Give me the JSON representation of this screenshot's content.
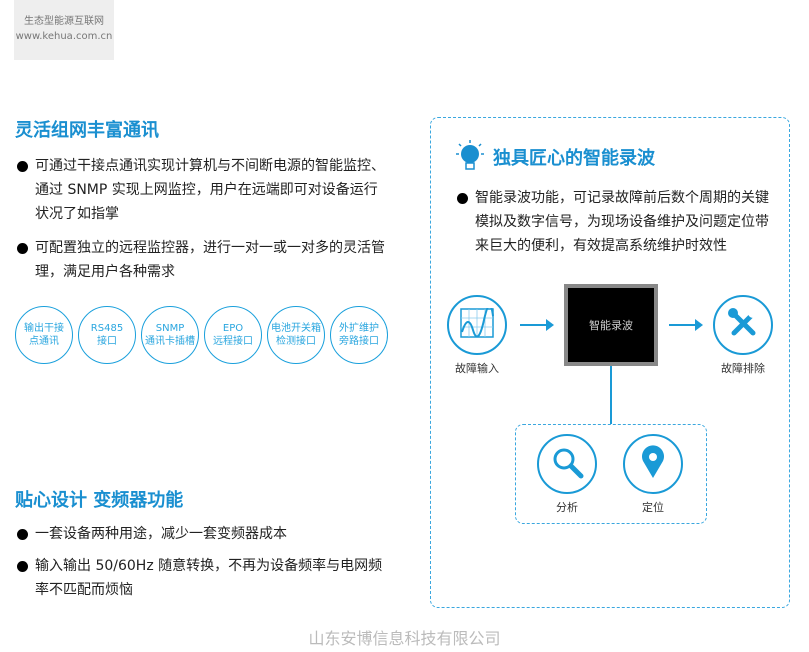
{
  "watermark": {
    "line1": "生态型能源互联网",
    "line2": "www.kehua.com.cn"
  },
  "section1": {
    "title": "灵活组网丰富通讯",
    "bullets": [
      "可通过干接点通讯实现计算机与不间断电源的智能监控、通过 SNMP 实现上网监控，用户在远端即可对设备运行状况了如指掌",
      "可配置独立的远程监控器，进行一对一或一对多的灵活管理，满足用户各种需求"
    ],
    "interfaces": [
      [
        "输出干接",
        "点通讯"
      ],
      [
        "RS485",
        "接口"
      ],
      [
        "SNMP",
        "通讯卡插槽"
      ],
      [
        "EPO",
        "远程接口"
      ],
      [
        "电池开关箱",
        "检测接口"
      ],
      [
        "外扩维护",
        "旁路接口"
      ]
    ]
  },
  "section2": {
    "title": "贴心设计 变频器功能",
    "bullets": [
      "一套设备两种用途，减少一套变频器成本",
      "输入输出 50/60Hz 随意转换，不再为设备频率与电网频率不匹配而烦恼"
    ]
  },
  "section3": {
    "title": "独具匠心的智能录波",
    "bullet": "智能录波功能，可记录故障前后数个周期的关键模拟及数字信号，为现场设备维护及问题定位带来巨大的便利，有效提高系统维护时效性",
    "diagram": {
      "center": "智能录波",
      "input": "故障输入",
      "output": "故障排除",
      "analyze": "分析",
      "locate": "定位"
    }
  },
  "footer": "山东安博信息科技有限公司",
  "colors": {
    "accent": "#1a9ad6"
  }
}
